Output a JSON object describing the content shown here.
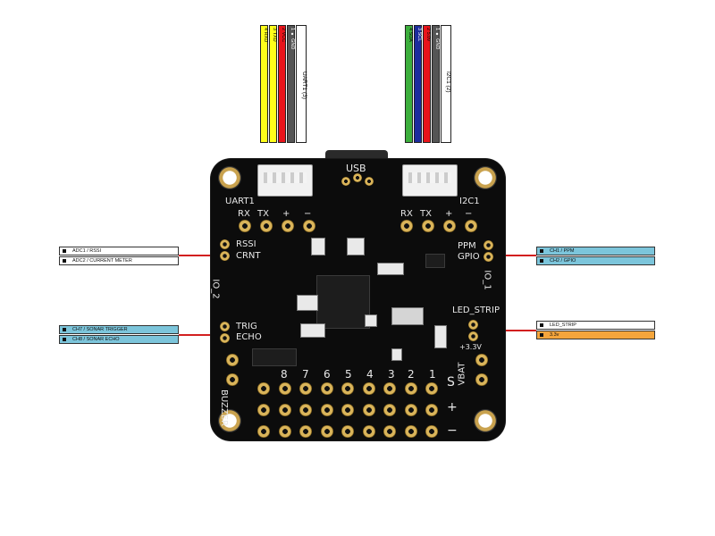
{
  "uart1": {
    "title": "UART1 (3)",
    "wires": [
      {
        "num": "4",
        "name": "RXD",
        "color": "#ffff1a"
      },
      {
        "num": "3",
        "name": "TXD",
        "color": "#ffff1a"
      },
      {
        "num": "2",
        "name": "VCC",
        "color": "#e8141b"
      },
      {
        "num": "1 ●",
        "name": "GND",
        "color": "#ffffff"
      }
    ]
  },
  "i2c1": {
    "title": "I2C1 (2)",
    "wires": [
      {
        "num": "4",
        "name": "SDA",
        "color": "#3cae3c"
      },
      {
        "num": "3",
        "name": "SCL",
        "color": "#1c2c9c"
      },
      {
        "num": "2",
        "name": "5.0v",
        "color": "#e8141b"
      },
      {
        "num": "1 ●",
        "name": "GND",
        "color": "#ffffff"
      }
    ]
  },
  "labels_left": {
    "adc1": "ADC1 / RSSI",
    "adc2": "ADC2 / CURRENT METER",
    "ch7": "CH7 / SONAR TRIGGER",
    "ch8": "CH8 / SONAR ECHO"
  },
  "labels_right": {
    "ch1": "CH1 / PPM",
    "ch2": "CH2 / GPIO",
    "led": "LED_STRIP",
    "v33": "3.3v"
  },
  "board": {
    "usb": "USB",
    "uart1": "UART1",
    "i2c1": "I2C1",
    "rx": "RX",
    "tx": "TX",
    "plus": "+",
    "minus": "−",
    "rssi": "RSSI",
    "crnt": "CRNT",
    "ppm": "PPM",
    "gpio": "GPIO",
    "io2": "IO_2",
    "io1": "IO_1",
    "trig": "TRIG",
    "echo": "ECHO",
    "led_strip": "LED_STRIP",
    "v33": "+3.3V",
    "vbat": "VBAT",
    "buzzer": "BUZZER",
    "s": "S",
    "channels": [
      "8",
      "7",
      "6",
      "5",
      "4",
      "3",
      "2",
      "1"
    ]
  },
  "colors": {
    "label_blue": "#7cc5db",
    "label_orange": "#f4a53c",
    "pointer_red": "#d21f1f",
    "board": "#0c0c0c"
  }
}
